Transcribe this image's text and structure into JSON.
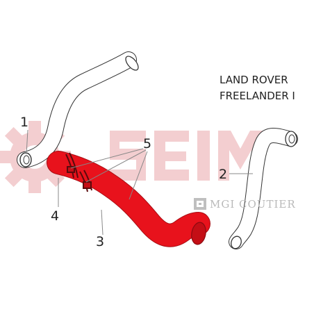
{
  "vehicle": {
    "make": "LAND ROVER",
    "model": "FREELANDER I"
  },
  "callouts": [
    "1",
    "2",
    "3",
    "4",
    "5"
  ],
  "watermark": {
    "brand": "SEIM",
    "secondary": "MGI COUTIER"
  },
  "colors": {
    "highlight_hose": "#e8121c",
    "watermark": "#f2c9cc",
    "outline": "#333333"
  }
}
